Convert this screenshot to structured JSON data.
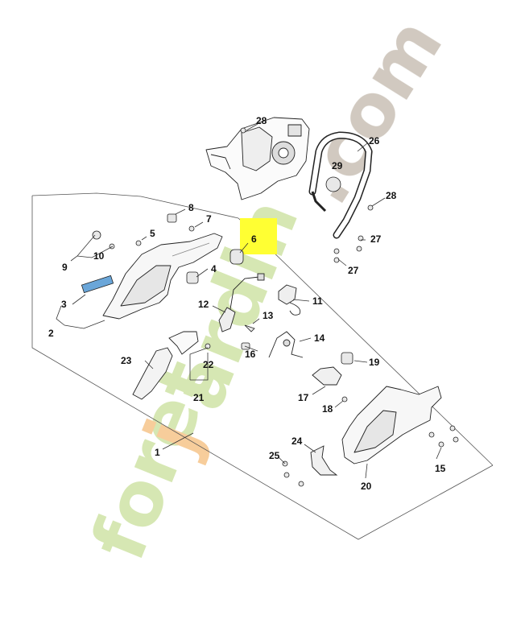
{
  "watermark": {
    "part1": "foret",
    "part2": "j",
    "part3": "ardin",
    "part4": ".com",
    "colors": {
      "green": "#cfe3a6",
      "orange": "#f6c48a",
      "gray": "#c9c0b5"
    }
  },
  "highlight_color": "#ffff33",
  "callouts": [
    {
      "id": "1",
      "text": "1"
    },
    {
      "id": "2",
      "text": "2"
    },
    {
      "id": "3",
      "text": "3"
    },
    {
      "id": "4",
      "text": "4"
    },
    {
      "id": "5",
      "text": "5"
    },
    {
      "id": "6",
      "text": "6"
    },
    {
      "id": "7",
      "text": "7"
    },
    {
      "id": "8",
      "text": "8"
    },
    {
      "id": "9",
      "text": "9"
    },
    {
      "id": "10",
      "text": "10"
    },
    {
      "id": "11",
      "text": "11"
    },
    {
      "id": "12",
      "text": "12"
    },
    {
      "id": "13",
      "text": "13"
    },
    {
      "id": "14",
      "text": "14"
    },
    {
      "id": "15",
      "text": "15"
    },
    {
      "id": "16",
      "text": "16"
    },
    {
      "id": "17",
      "text": "17"
    },
    {
      "id": "18",
      "text": "18"
    },
    {
      "id": "19",
      "text": "19"
    },
    {
      "id": "20",
      "text": "20"
    },
    {
      "id": "21",
      "text": "21"
    },
    {
      "id": "22",
      "text": "22"
    },
    {
      "id": "23",
      "text": "23"
    },
    {
      "id": "24",
      "text": "24"
    },
    {
      "id": "25",
      "text": "25"
    },
    {
      "id": "26",
      "text": "26"
    },
    {
      "id": "27a",
      "text": "27"
    },
    {
      "id": "27b",
      "text": "27"
    },
    {
      "id": "28a",
      "text": "28"
    },
    {
      "id": "28b",
      "text": "28"
    },
    {
      "id": "29",
      "text": "29"
    }
  ]
}
